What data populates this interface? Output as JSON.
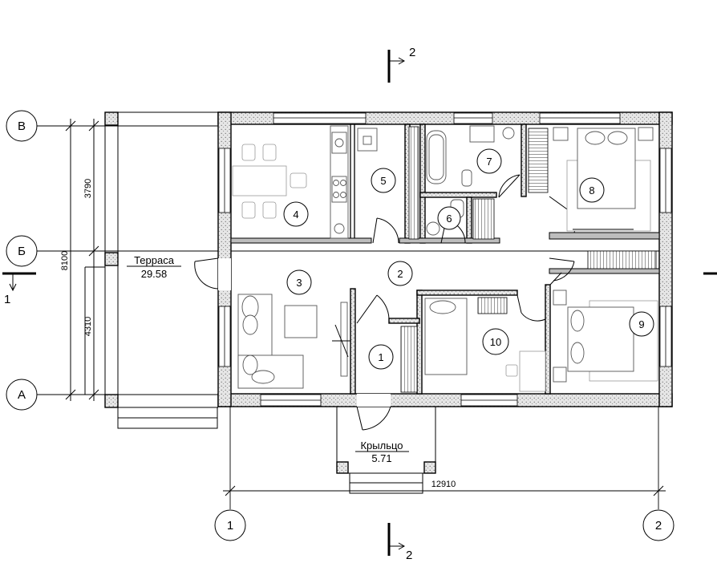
{
  "axes": {
    "rows": [
      "В",
      "Б",
      "А"
    ],
    "cols": [
      "1",
      "2"
    ]
  },
  "dimensions": {
    "top_span": "3790",
    "bottom_span": "4310",
    "total_vertical": "8100",
    "total_horizontal": "12910"
  },
  "sections": {
    "section_2_top": "2",
    "section_2_bottom": "2",
    "section_1_left": "1"
  },
  "areas": {
    "terrace": {
      "name": "Терраса",
      "value": "29.58"
    },
    "porch": {
      "name": "Крыльцо",
      "value": "5.71"
    }
  },
  "rooms": [
    "1",
    "2",
    "3",
    "4",
    "5",
    "6",
    "7",
    "8",
    "9",
    "10"
  ]
}
